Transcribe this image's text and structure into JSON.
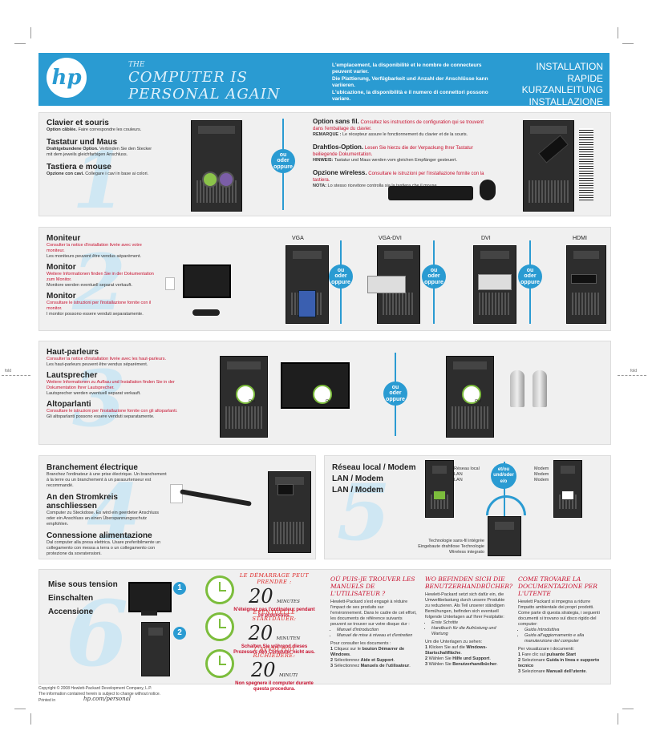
{
  "banner": {
    "logo": "hp",
    "slogan_the": "THE",
    "slogan": "COMPUTER IS PERSONAL AGAIN",
    "notes": [
      "L'emplacement, la disponibilité et le nombre de connecteurs peuvent varier.",
      "Die Plattierung, Verfügbarkeit und Anzahl der Anschlüsse kann variieren.",
      "L'ubicazione, la disponibilità e il numero di connettori possono variare."
    ],
    "titles": [
      "INSTALLATION RAPIDE",
      "KURZANLEITUNG",
      "INSTALLAZIONE RAPIDA"
    ],
    "accent": "#2a9bd2"
  },
  "or_badge": {
    "l1": "ou",
    "l2": "oder",
    "l3": "oppure"
  },
  "section1": {
    "number": "1",
    "fr_title": "Clavier et souris",
    "fr_strong": "Option câblée.",
    "fr_text": "Faire correspondre les couleurs.",
    "de_title": "Tastatur und Maus",
    "de_strong": "Drahtgebundene Option.",
    "de_text": "Verbinden Sie den Stecker mit dem jeweils gleichfarbigen Anschluss.",
    "it_title": "Tastiera e mouse",
    "it_strong": "Opzione con cavi.",
    "it_text": "Collegare i cavi in base ai colori.",
    "w_fr_strong": "Option sans fil.",
    "w_fr_red": "Consultez les instructions de configuration qui se trouvent dans l'emballage du clavier.",
    "w_fr_note_label": "REMARQUE :",
    "w_fr_note": "Le récepteur assure le fonctionnement du clavier et de la souris.",
    "w_de_strong": "Drahtlos-Option.",
    "w_de_red": "Lesen Sie hierzu die der Verpackung Ihrer Tastatur beiliegende Dokumentation.",
    "w_de_note_label": "HINWEIS:",
    "w_de_note": "Tastatur und Maus werden vom gleichen Empfänger gesteuert.",
    "w_it_strong": "Opzione wireless.",
    "w_it_red": "Consultare le istruzioni per l'installazione fornite con la tastiera.",
    "w_it_note_label": "NOTA:",
    "w_it_note": "Lo stesso ricevitore controlla sia la tastiera che il mouse."
  },
  "section2": {
    "number": "2",
    "fr_title": "Moniteur",
    "fr_red": "Consulter la notice d'installation livrée avec votre moniteur.",
    "fr_text": "Les moniteurs peuvent être vendus séparément.",
    "de_title": "Monitor",
    "de_red": "Weitere Informationen finden Sie in der Dokumentation zum Monitor.",
    "de_text": "Monitore werden eventuell separat verkauft.",
    "it_title": "Monitor",
    "it_red": "Consultare le istruzioni per l'installazione fornite con il monitor.",
    "it_text": "I monitor possono essere venduti separatamente.",
    "ports": [
      "VGA",
      "VGA-DVI",
      "DVI",
      "HDMI"
    ]
  },
  "section3": {
    "number": "3",
    "fr_title": "Haut-parleurs",
    "fr_red": "Consulter la notice d'installation livrée avec les haut-parleurs.",
    "fr_text": "Les haut-parleurs peuvent être vendus séparément.",
    "de_title": "Lautsprecher",
    "de_red": "Weitere Informationen zu Aufbau und Installation finden Sie in der Dokumentation Ihrer Lautsprecher.",
    "de_text": "Lautsprecher werden eventuell separat verkauft.",
    "it_title": "Altoparlanti",
    "it_red": "Consultare le istruzioni per l'installazione fornite con gli altoparlanti.",
    "it_text": "Gli altoparlanti possono essere venduti separatamente.",
    "out_label": "Out",
    "fold_label": "fold"
  },
  "section4": {
    "number": "4",
    "fr_title": "Branchement électrique",
    "fr_text": "Branchez l'ordinateur à une prise électrique. Un branchement à la terre ou un branchement à un parasurtenseur est recommandé.",
    "de_title": "An den Stromkreis anschliessen",
    "de_text": "Computer zu Steckdose. Es wird ein geerdeter Anschluss oder ein Anschluss an einen Überspannungsschutz empfohlen.",
    "it_title": "Connessione alimentazione",
    "it_text": "Dal computer alla presa elettrica. Usare preferibilmente un collegamento con messa a terra o un collegamento con protezione da sovratensioni."
  },
  "section5": {
    "number": "5",
    "titles": [
      "Réseau local / Modem",
      "LAN / Modem",
      "LAN / Modem"
    ],
    "left_labels": [
      "Réseau local",
      "LAN",
      "LAN"
    ],
    "right_labels": [
      "Modem",
      "Modem",
      "Modem"
    ],
    "and_or": {
      "l1": "et/ou",
      "l2": "und/oder",
      "l3": "e/o"
    },
    "wireless": [
      "Technologie sans-fil intégrée",
      "Eingebaute drahtlose Technologie",
      "Wireless integrato"
    ]
  },
  "section6": {
    "number": "6",
    "titles": [
      "Mise sous tension",
      "Einschalten",
      "Accensione"
    ],
    "steps": [
      "1",
      "2"
    ],
    "timers": [
      {
        "head": "LE DÉMARRAGE PEUT PRENDRE :",
        "num": "20",
        "unit": "MINUTES",
        "note": "N'éteignez pas l'ordinateur pendant ce processus."
      },
      {
        "head": "EVENTUELLE STARTDAUER:",
        "num": "20",
        "unit": "MINUTEN",
        "note": "Schalten Sie während dieses Prozesses den Computer nicht aus."
      },
      {
        "head": "L'AVVIO PUÒ RICHIEDERE:",
        "num": "20",
        "unit": "MINUTI",
        "note": "Non spegnere il computer durante questa procedura."
      }
    ]
  },
  "docs": {
    "fr": {
      "title": "OÙ PUIS-JE TROUVER LES MANUELS DE L'UTILISATEUR ?",
      "intro": "Hewlett-Packard s'est engagé à réduire l'impact de ses produits sur l'environnement. Dans le cadre de cet effort, les documents de référence suivants peuvent se trouver sur votre disque dur :",
      "bullets": [
        "Manuel d'introduction",
        "Manuel de mise à niveau et d'entretien"
      ],
      "access": "Pour consulter les documents :",
      "steps": [
        {
          "n": "1",
          "pre": "Cliquez sur le ",
          "strong": "bouton Démarrer de Windows",
          "post": "."
        },
        {
          "n": "2",
          "pre": "Sélectionnez ",
          "strong": "Aide et Support",
          "post": "."
        },
        {
          "n": "3",
          "pre": "Sélectionnez ",
          "strong": "Manuels de l'utilisateur",
          "post": "."
        }
      ]
    },
    "de": {
      "title": "WO BEFINDEN SICH DIE BENUTZERHANDBÜCHER?",
      "intro": "Hewlett-Packard setzt sich dafür ein, die Umweltbelastung durch unsere Produkte zu reduzieren. Als Teil unserer ständigen Bemühungen, befinden sich eventuell folgende Unterlagen auf Ihrer Festplatte:",
      "bullets": [
        "Erste Schritte",
        "Handbuch für die Aufrüstung und Wartung"
      ],
      "access": "Um die Unterlagen zu sehen:",
      "steps": [
        {
          "n": "1",
          "pre": "Klicken Sie auf die ",
          "strong": "Windows-Startschaltfläche",
          "post": "."
        },
        {
          "n": "2",
          "pre": "Wählen Sie ",
          "strong": "Hilfe und Support",
          "post": "."
        },
        {
          "n": "3",
          "pre": "Wählen Sie ",
          "strong": "Benutzerhandbücher",
          "post": "."
        }
      ]
    },
    "it": {
      "title": "COME TROVARE LA DOCUMENTAZIONE PER L'UTENTE",
      "intro": "Hewlett Packard si impegna a ridurre l'impatto ambientale dei propri prodotti. Come parte di questa strategia, i seguenti documenti si trovano sul disco rigido del computer:",
      "bullets": [
        "Guida Introduttiva",
        "Guida all'aggiornamento e alla manutenzione del computer"
      ],
      "access": "Per visualizzare i documenti:",
      "steps": [
        {
          "n": "1",
          "pre": "Fare clic sul ",
          "strong": "pulsante Start",
          "post": ""
        },
        {
          "n": "2",
          "pre": "Selezionare ",
          "strong": "Guida in linea e supporto tecnico",
          "post": ""
        },
        {
          "n": "3",
          "pre": "Selezionare ",
          "strong": "Manuali dell'utente",
          "post": "."
        }
      ]
    }
  },
  "footer": {
    "copyright": "Copyright © 2008 Hewlett-Packard Development Company, L.P.",
    "notice": "The information contained herein is subject to change without notice.",
    "printed": "Printed in",
    "url": "hp.com/personal"
  }
}
